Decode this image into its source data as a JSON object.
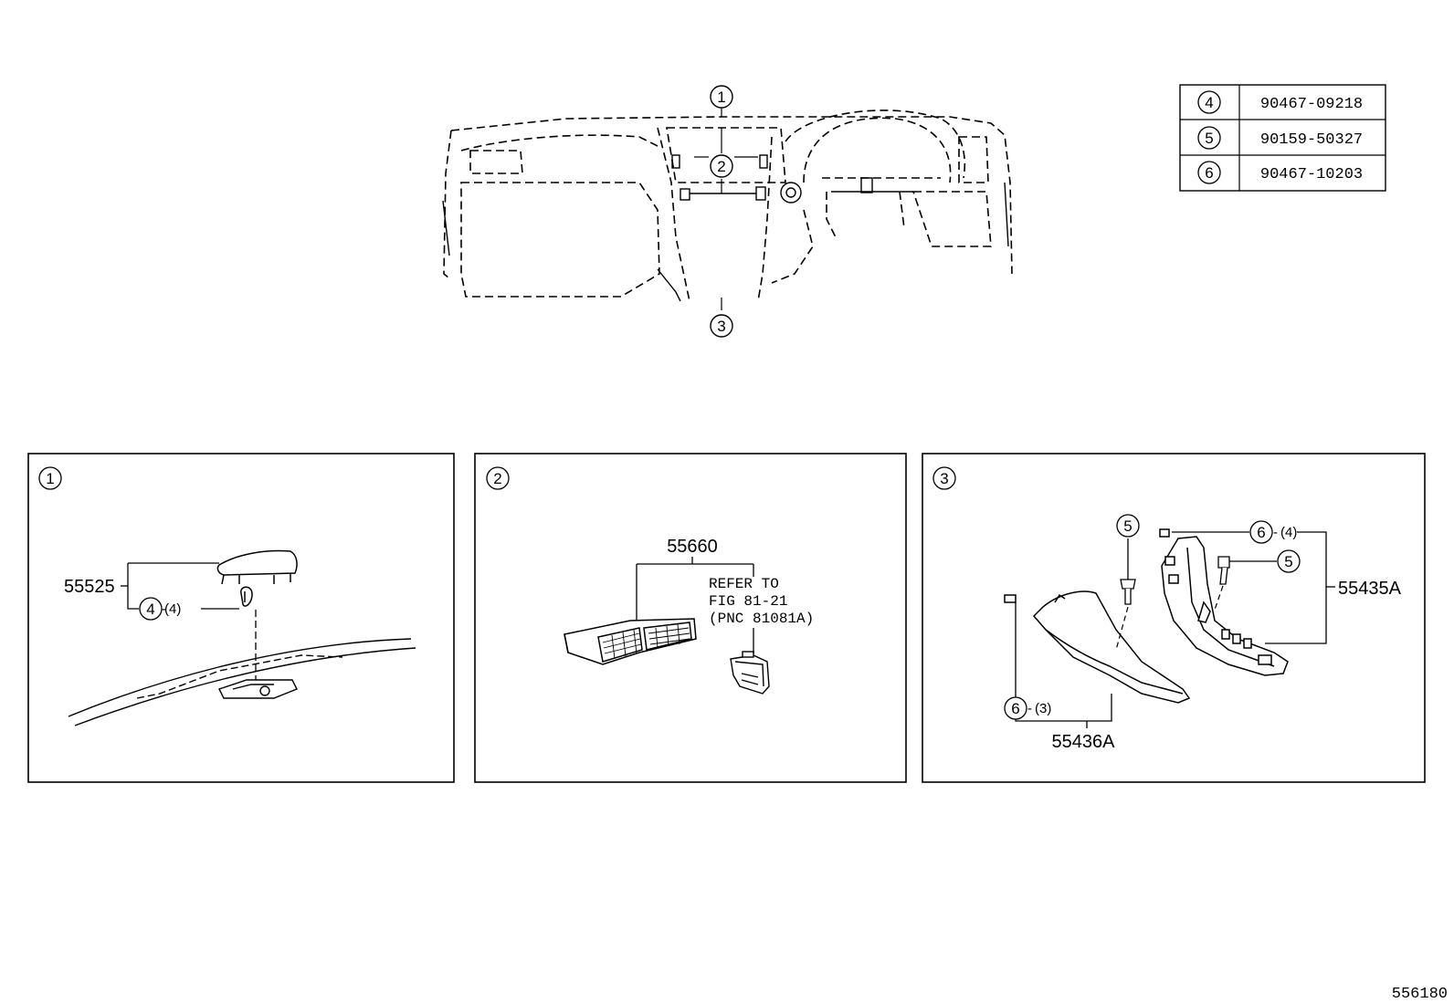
{
  "overview": {
    "callouts": [
      "1",
      "2",
      "3"
    ]
  },
  "legend_table": {
    "rows": [
      {
        "key": "4",
        "part": "90467-09218"
      },
      {
        "key": "5",
        "part": "90159-50327"
      },
      {
        "key": "6",
        "part": "90467-10203"
      }
    ]
  },
  "panel1": {
    "badge": "1",
    "part_label": "55525",
    "fastener_key": "4",
    "fastener_qty": "(4)"
  },
  "panel2": {
    "badge": "2",
    "part_label": "55660",
    "refer_line1": "REFER TO",
    "refer_line2": "FIG 81-21",
    "refer_line3": "(PNC 81081A)"
  },
  "panel3": {
    "badge": "3",
    "part_label_right": "55435A",
    "part_label_left": "55436A",
    "fastener_top_key": "6",
    "fastener_top_qty": "(4)",
    "screw_key_a": "5",
    "screw_key_b": "5",
    "fastener_left_key": "6",
    "fastener_left_qty": "(3)"
  },
  "figure_number": "556180"
}
